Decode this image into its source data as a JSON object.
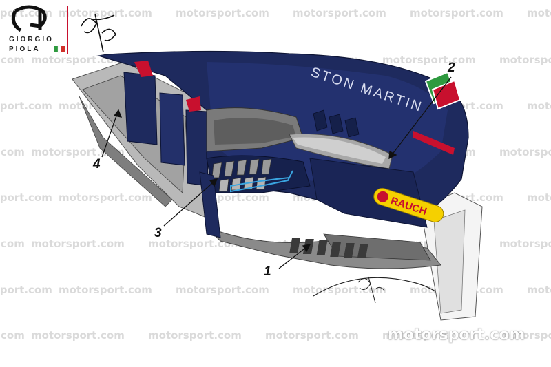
{
  "watermark": {
    "text": "motorsport.com"
  },
  "logo": {
    "line1": "GIORGIO",
    "line2": "PIOLA",
    "mark": "GP",
    "flag_colors": [
      "#2e9a3f",
      "#ffffff",
      "#d0302a"
    ]
  },
  "callouts": [
    {
      "id": "1",
      "label": "1"
    },
    {
      "id": "2",
      "label": "2"
    },
    {
      "id": "3",
      "label": "3"
    },
    {
      "id": "4",
      "label": "4"
    }
  ],
  "car": {
    "sponsor_text": "STON MARTIN",
    "sponsor_badge": "RAUCH",
    "livery_colors": {
      "navy": "#1e2a5e",
      "red": "#c8102e",
      "yellow": "#f5d000",
      "grey": "#9a9a9a"
    }
  },
  "brand_watermark": {
    "text": "motorsport.com"
  }
}
